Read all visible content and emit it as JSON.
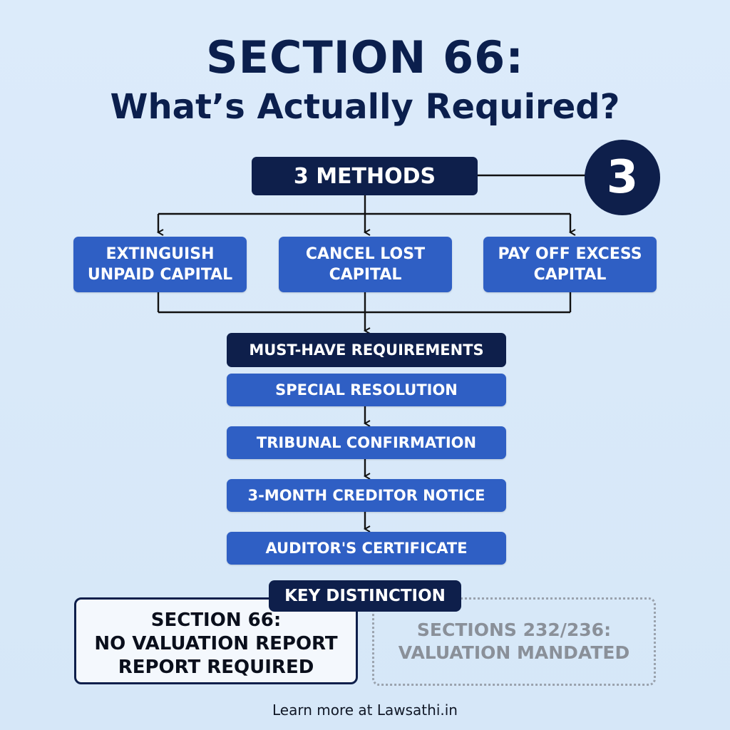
{
  "title": {
    "line1": "SECTION 66:",
    "line2": "What’s Actually Required?"
  },
  "methods_header": "3 METHODS",
  "badge_number": "3",
  "methods": [
    "EXTINGUISH\nUNPAID CAPITAL",
    "CANCEL LOST\nCAPITAL",
    "PAY OFF EXCESS\nCAPITAL"
  ],
  "requirements_header": "MUST-HAVE REQUIREMENTS",
  "requirements": [
    "SPECIAL RESOLUTION",
    "TRIBUNAL CONFIRMATION",
    "3-MONTH CREDITOR NOTICE",
    "AUDITOR'S CERTIFICATE"
  ],
  "key_distinction": {
    "label": "KEY DISTINCTION",
    "section66": "SECTION 66:\nNO VALUATION REPORT\nREPORT REQUIRED",
    "other_sections": "SECTIONS 232/236:\nVALUATION MANDATED"
  },
  "footer": "Learn more at Lawsathi.in",
  "colors": {
    "background": "#d9e9f9",
    "navy": "#0e1f4b",
    "blue": "#2f5fc4",
    "muted": "#8a9099"
  }
}
